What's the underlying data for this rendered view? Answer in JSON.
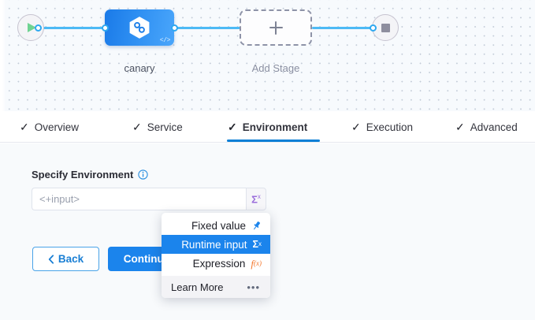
{
  "canvas": {
    "start_node": {
      "icon": "play-icon"
    },
    "stop_node": {
      "icon": "stop-icon"
    },
    "stage": {
      "label": "canary",
      "icon": "harness-hexagon-icon",
      "code_glyph": "</>"
    },
    "add_stage": {
      "label": "Add Stage",
      "icon": "plus-icon"
    }
  },
  "tabs": [
    {
      "label": "Overview",
      "check": "✓",
      "active": false
    },
    {
      "label": "Service",
      "check": "✓",
      "active": false
    },
    {
      "label": "Environment",
      "check": "✓",
      "active": true
    },
    {
      "label": "Execution",
      "check": "✓",
      "active": false
    },
    {
      "label": "Advanced",
      "check": "✓",
      "active": false
    }
  ],
  "form": {
    "field_label": "Specify Environment",
    "info_icon": "info-icon",
    "input_value": "<+input>",
    "input_placeholder": "<+input>",
    "sigma_button_glyph": "Σ",
    "sigma_button_sup": "x"
  },
  "buttons": {
    "back_label": "Back",
    "back_icon": "chevron-left-icon",
    "continue_label": "Continue"
  },
  "dropdown": {
    "items": [
      {
        "label": "Fixed value",
        "icon": "pin-icon",
        "selected": false
      },
      {
        "label": "Runtime input",
        "icon": "sigma-x-icon",
        "selected": true
      },
      {
        "label": "Expression",
        "icon": "function-fx-icon",
        "selected": false
      }
    ],
    "footer_label": "Learn More",
    "footer_icon": "more-dots-icon"
  },
  "colors": {
    "accent_blue": "#1b84ec",
    "wire_blue": "#4dbaf5",
    "tab_underline": "#0b7fd6",
    "sigma_purple": "#9b6edb",
    "expression_orange": "#f4762a",
    "canvas_bg": "#f7fafd",
    "panel_bg": "#f8fafc"
  }
}
